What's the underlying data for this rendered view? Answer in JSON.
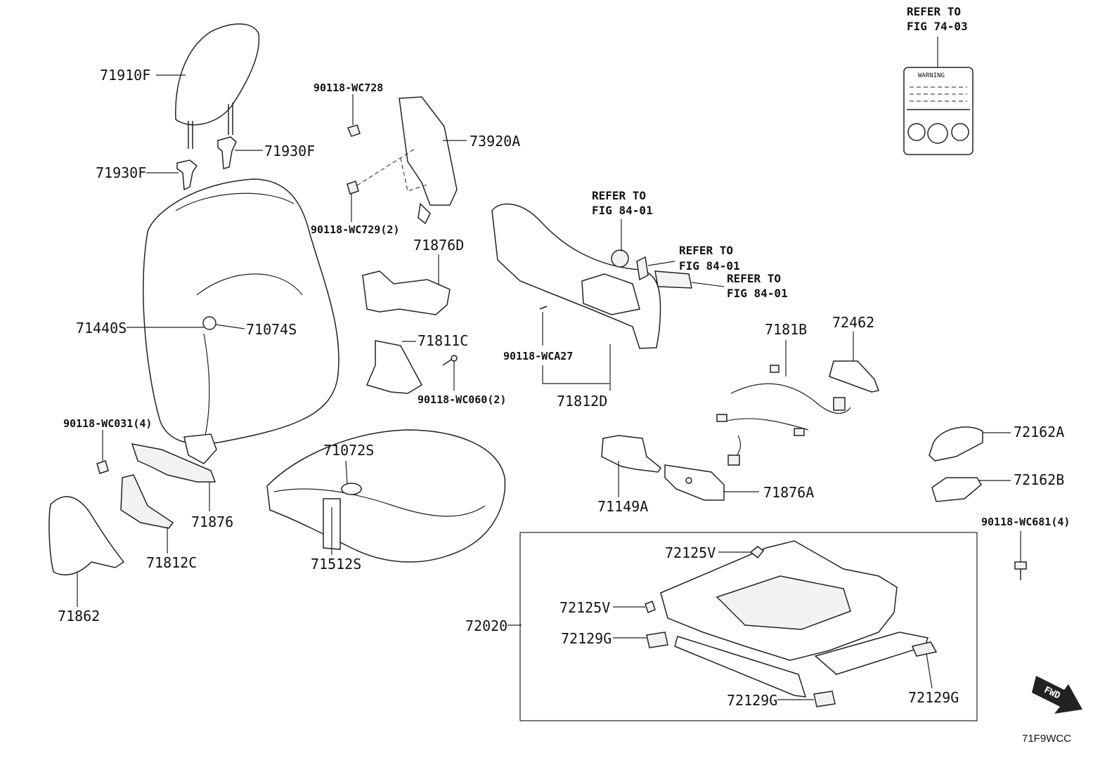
{
  "callouts": {
    "headrest": "71910F",
    "headrest_guide_right": "71930F",
    "headrest_guide_left": "71930F",
    "screw_upper": "90118-WC728",
    "side_airbag": "73920A",
    "nut_airbag": "90118-WC729(2)",
    "cover_71876D": "71876D",
    "cover_71811C": "71811C",
    "screw_wc060": "90118-WC060(2)",
    "back_pad": "71440S",
    "back_cover": "71074S",
    "screw_wc031": "90118-WC031(4)",
    "hinge_cover": "71876",
    "shield_71812C": "71812C",
    "cover_71862": "71862",
    "cushion_cover": "71072S",
    "cushion_pad": "71512S",
    "screw_wca27": "90118-WCA27",
    "side_shield": "71812D",
    "harness": "7181B",
    "cover_72462": "72462",
    "cover_71149A": "71149A",
    "cover_71876A": "71876A",
    "cover_72162A": "72162A",
    "cover_72162B": "72162B",
    "bolt_wc681": "90118-WC681(4)",
    "clip_upper": "72125V",
    "clip_lower": "72125V",
    "adjuster": "72020",
    "cap_left": "72129G",
    "cap_bottom": "72129G",
    "cap_right": "72129G"
  },
  "refer": {
    "warning_label": [
      "REFER TO",
      "FIG 74-03"
    ],
    "knob_1": [
      "REFER TO",
      "FIG 84-01"
    ],
    "knob_2": [
      "REFER TO",
      "FIG 84-01"
    ],
    "knob_3": [
      "REFER TO",
      "FIG 84-01"
    ]
  },
  "warning_label_text": "WARNING",
  "fwd_label": "FWD",
  "diagram_code": "71F9WCC"
}
